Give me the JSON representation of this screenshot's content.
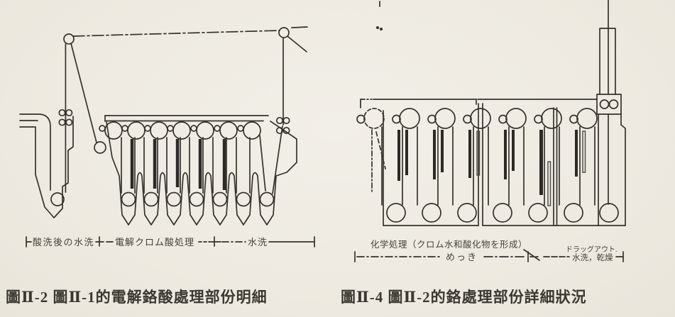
{
  "document": {
    "paper_color": "#efebe3",
    "ink_color": "#35322c",
    "electrode_color": "#2c2a26"
  },
  "figure_left": {
    "caption": "圖Ⅱ-2 圖Ⅱ-1的電解鉻酸處理部份明細",
    "stage_labels": {
      "stage1": "酸洗後の水洗",
      "stage2": "電解クロム酸処理",
      "stage3": "水洗"
    }
  },
  "figure_right": {
    "caption": "圖Ⅱ-4 圖Ⅱ-2的鉻處理部份詳細狀況",
    "annotation": "化学処理（クロム水和酸化物を形成）",
    "dragout_label": "ドラッグアウト.",
    "stage_labels": {
      "stage1": "めっき",
      "stage2": "水洗，乾燥"
    }
  }
}
